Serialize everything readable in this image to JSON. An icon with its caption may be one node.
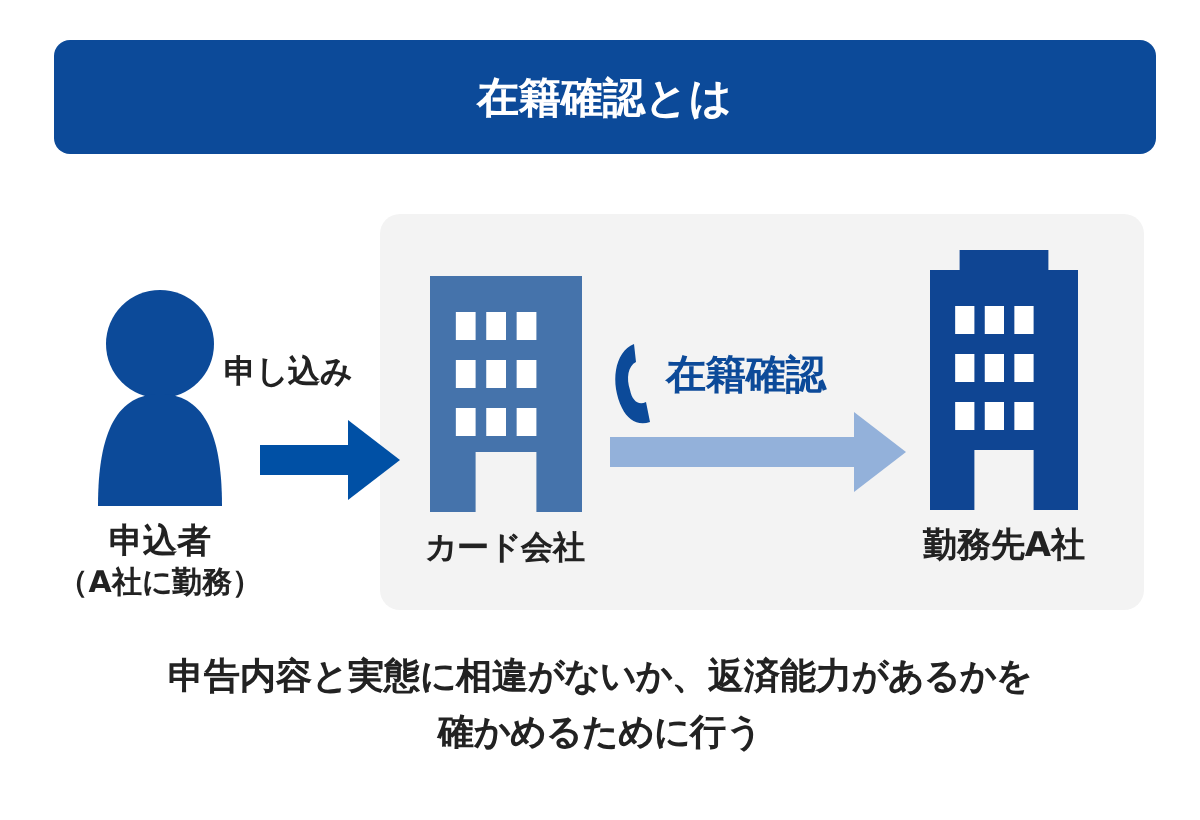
{
  "diagram": {
    "title": "在籍確認とは",
    "caption": "申告内容と実態に相違がないか、返済能力があるかを確かめるために行う",
    "nodes": [
      {
        "text": [
          "申込者",
          "（A社に勤務）"
        ]
      },
      {
        "text": [
          "カード会社"
        ]
      },
      {
        "text": [
          "勤務先A社"
        ]
      }
    ],
    "edges": [
      {
        "from": 0,
        "to": 1,
        "arrow": "to",
        "label": "申し込み"
      },
      {
        "from": 1,
        "to": 2,
        "arrow": "to",
        "label": "在籍確認",
        "color": "#93b1da"
      }
    ]
  }
}
